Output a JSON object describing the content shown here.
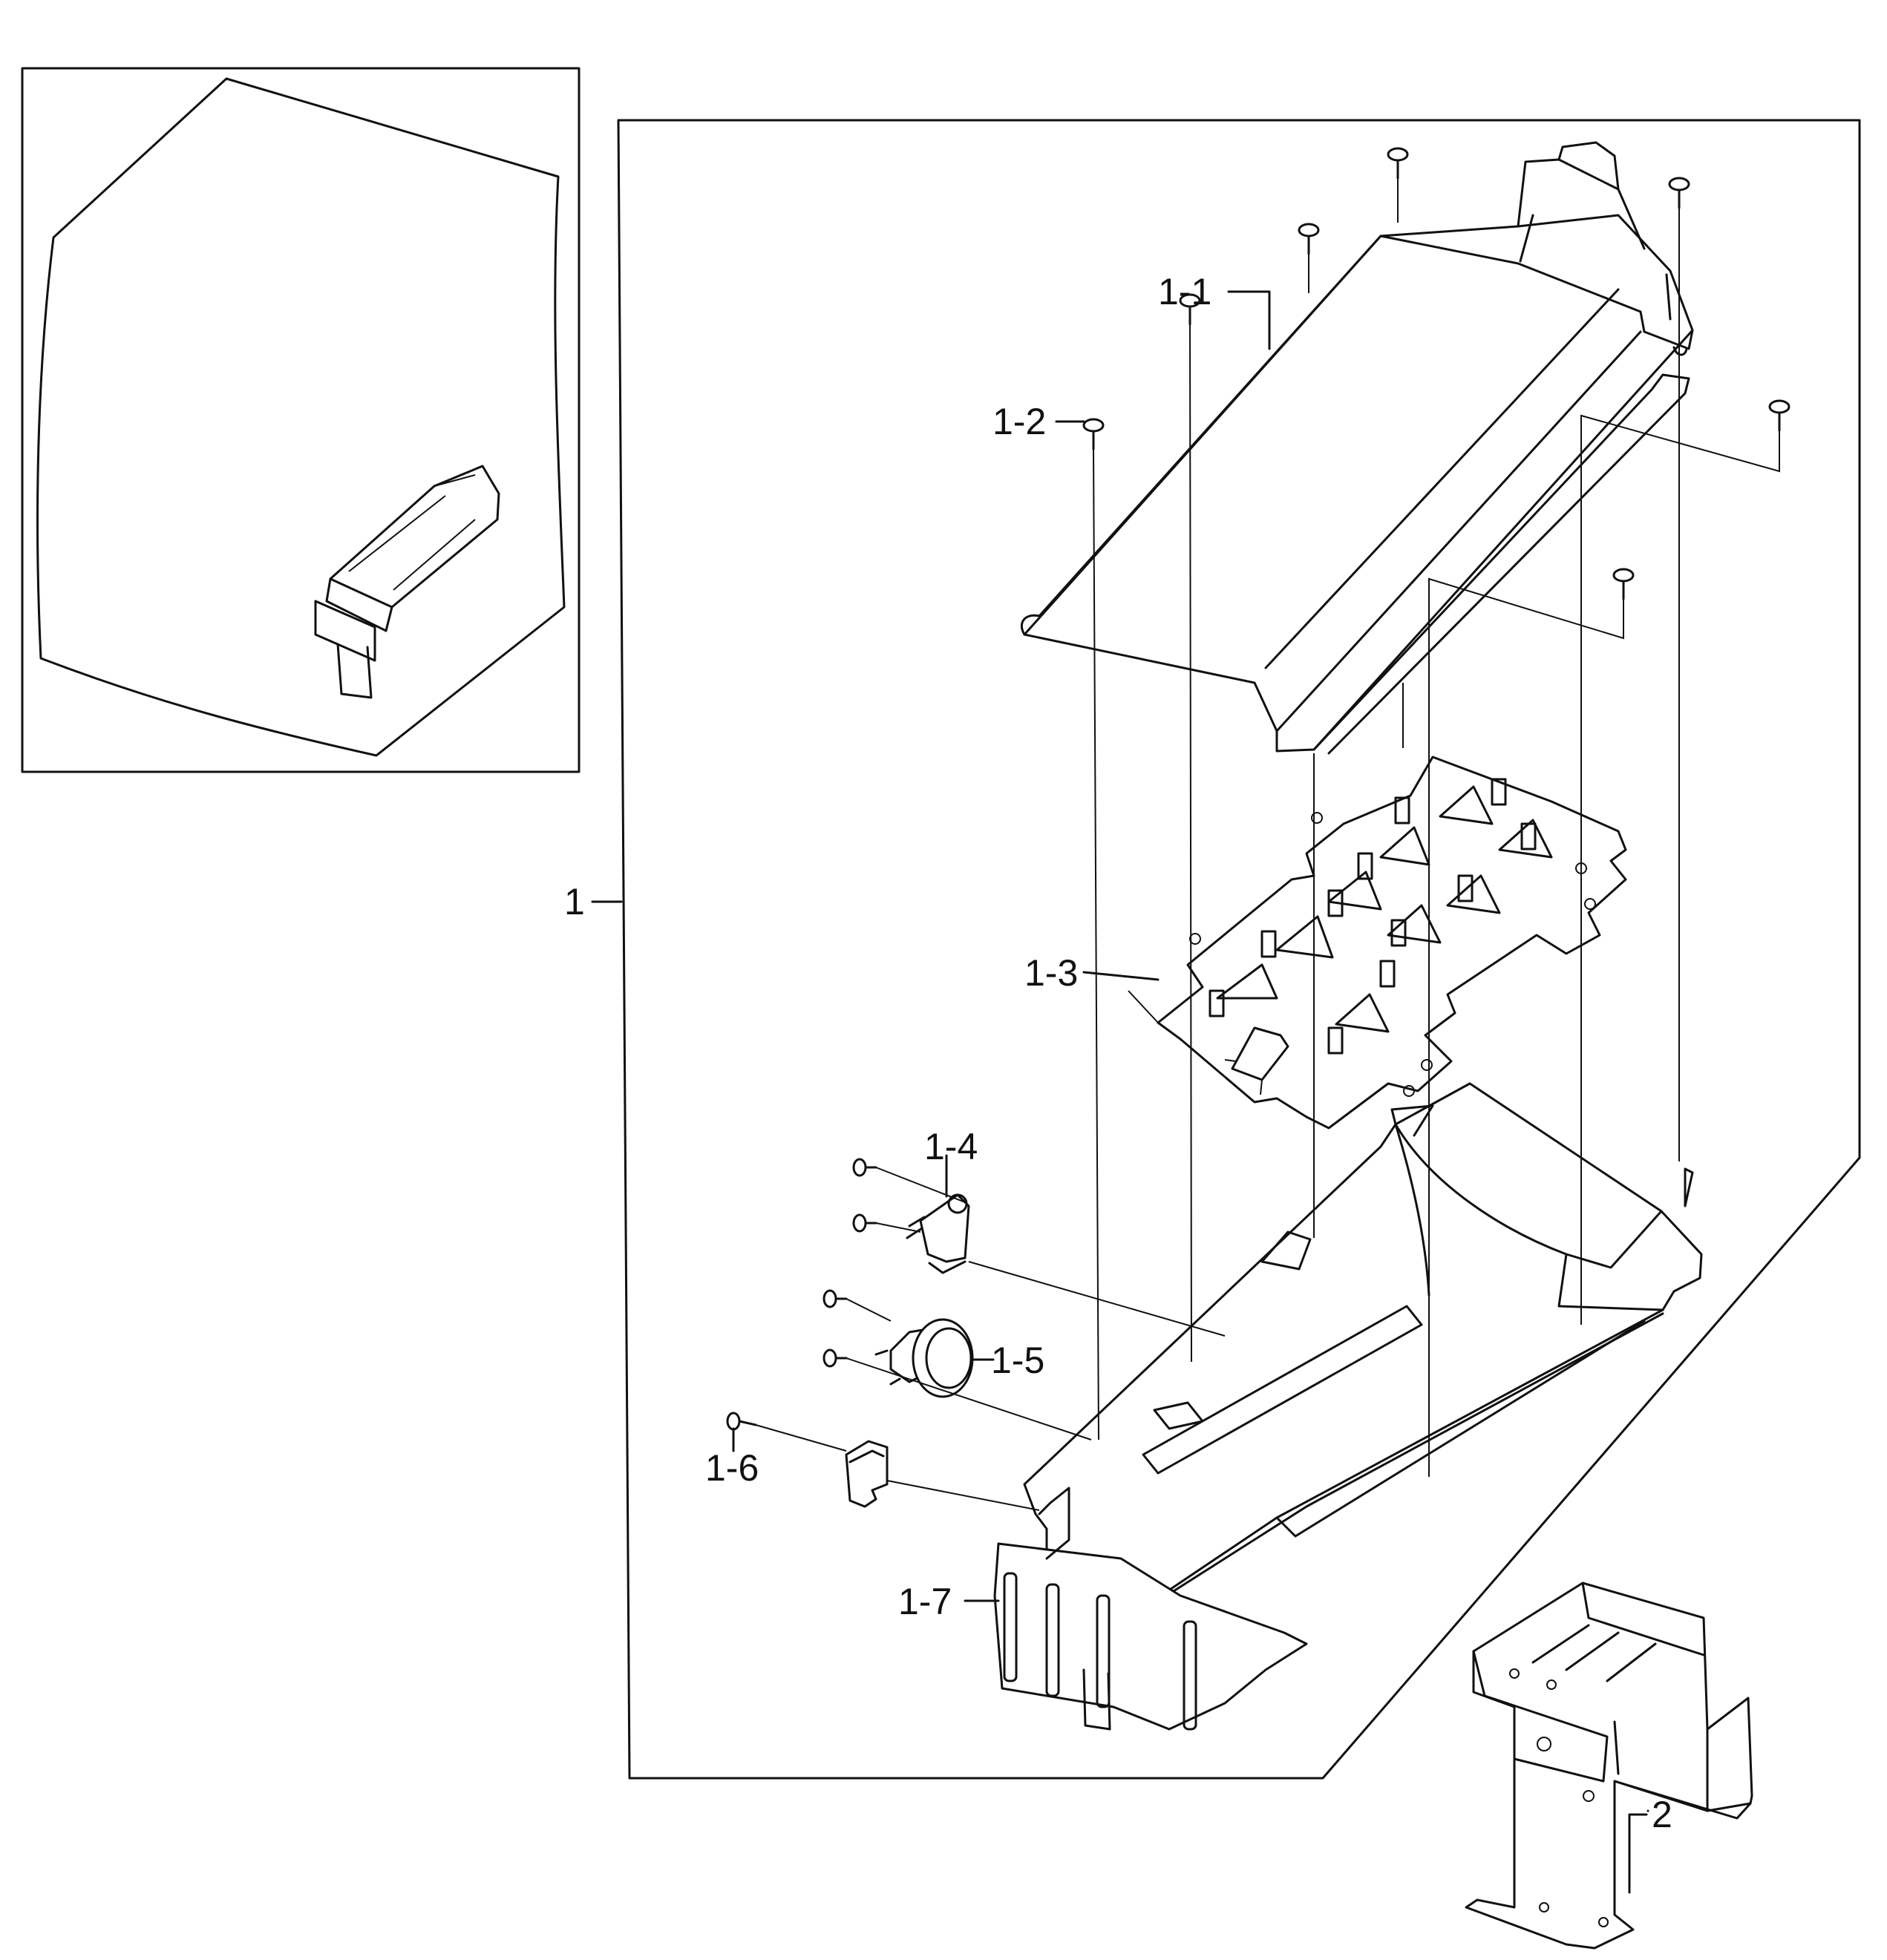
{
  "diagram": {
    "callouts": {
      "assembly": "1",
      "cover": "1-1",
      "screw": "1-2",
      "heater_plate": "1-3",
      "thermostat_small": "1-4",
      "thermostat_large": "1-5",
      "fuse": "1-6",
      "housing": "1-7",
      "bracket": "2"
    }
  }
}
